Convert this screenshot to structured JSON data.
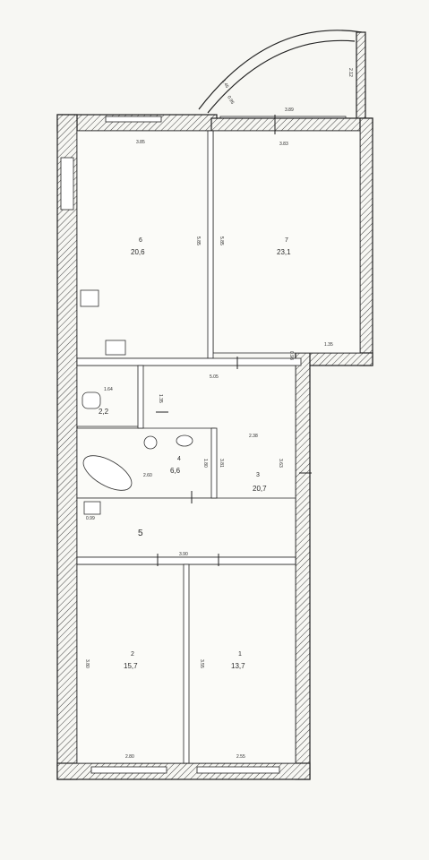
{
  "plan": {
    "rooms": [
      {
        "id": "6",
        "number": "6",
        "area": "20,6",
        "dims": [
          "3.85",
          "5.85"
        ]
      },
      {
        "id": "7",
        "number": "7",
        "area": "23,1",
        "dims": [
          "3.83",
          "5.85",
          "1.35"
        ]
      },
      {
        "id": "3",
        "number": "3",
        "area": "20,7",
        "dims": [
          "5.05",
          "2.38",
          "3.63"
        ]
      },
      {
        "id": "4",
        "number": "4",
        "area": "6,6",
        "dims": [
          "2.60",
          "1.80"
        ]
      },
      {
        "id": "5",
        "number": "5",
        "area": "",
        "dims": [
          "3.90"
        ]
      },
      {
        "id": "2",
        "number": "2",
        "area": "15,7",
        "dims": [
          "3.80",
          "2.80"
        ]
      },
      {
        "id": "1",
        "number": "1",
        "area": "13,7",
        "dims": [
          "3.55",
          "2.55"
        ]
      },
      {
        "id": "wc",
        "number": "",
        "area": "2,2",
        "dims": [
          "1.64",
          "1.35"
        ]
      }
    ],
    "balcony": {
      "dims": [
        "3.89",
        "2.12",
        "0.95",
        "1.45"
      ]
    },
    "misc_dims": [
      "0.99",
      "0.98",
      "3.81"
    ]
  }
}
